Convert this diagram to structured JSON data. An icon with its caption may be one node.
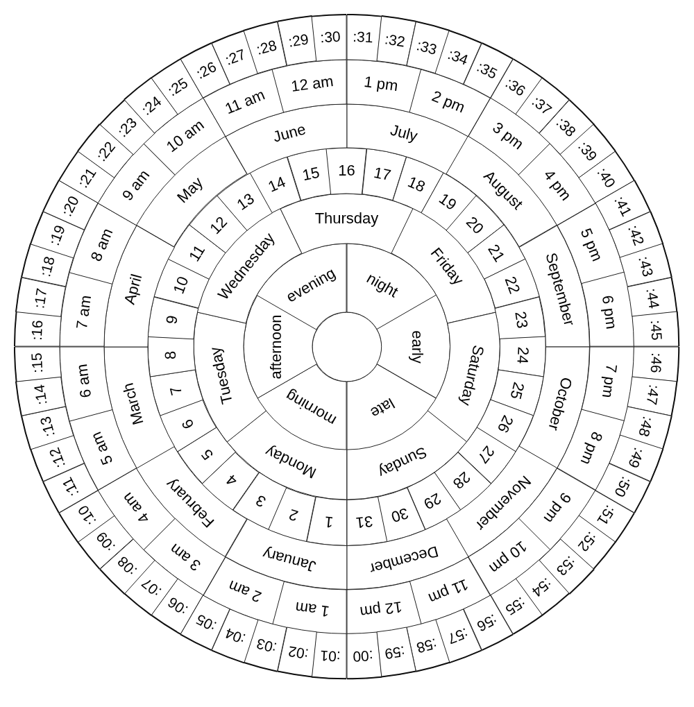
{
  "diagram": {
    "nodes": [
      {
        "text": [],
        "shape": "circle"
      },
      {
        "text": [
          "morning"
        ]
      },
      {
        "text": [
          "afternoon"
        ]
      },
      {
        "text": [
          "evening"
        ]
      },
      {
        "text": [
          "night"
        ]
      },
      {
        "text": [
          "early"
        ]
      },
      {
        "text": [
          "late"
        ]
      },
      {
        "text": [
          "Monday"
        ]
      },
      {
        "text": [
          "Tuesday"
        ]
      },
      {
        "text": [
          "Wednesday"
        ]
      },
      {
        "text": [
          "Thursday"
        ]
      },
      {
        "text": [
          "Friday"
        ]
      },
      {
        "text": [
          "Saturday"
        ]
      },
      {
        "text": [
          "Sunday"
        ]
      },
      {
        "text": [
          "1"
        ]
      },
      {
        "text": [
          "2"
        ]
      },
      {
        "text": [
          "3"
        ]
      },
      {
        "text": [
          "4"
        ]
      },
      {
        "text": [
          "5"
        ]
      },
      {
        "text": [
          "6"
        ]
      },
      {
        "text": [
          "7"
        ]
      },
      {
        "text": [
          "8"
        ]
      },
      {
        "text": [
          "9"
        ]
      },
      {
        "text": [
          "10"
        ]
      },
      {
        "text": [
          "11"
        ]
      },
      {
        "text": [
          "12"
        ]
      },
      {
        "text": [
          "13"
        ]
      },
      {
        "text": [
          "14"
        ]
      },
      {
        "text": [
          "15"
        ]
      },
      {
        "text": [
          "16"
        ]
      },
      {
        "text": [
          "17"
        ]
      },
      {
        "text": [
          "18"
        ]
      },
      {
        "text": [
          "19"
        ]
      },
      {
        "text": [
          "20"
        ]
      },
      {
        "text": [
          "21"
        ]
      },
      {
        "text": [
          "22"
        ]
      },
      {
        "text": [
          "23"
        ]
      },
      {
        "text": [
          "24"
        ]
      },
      {
        "text": [
          "25"
        ]
      },
      {
        "text": [
          "26"
        ]
      },
      {
        "text": [
          "27"
        ]
      },
      {
        "text": [
          "28"
        ]
      },
      {
        "text": [
          "29"
        ]
      },
      {
        "text": [
          "30"
        ]
      },
      {
        "text": [
          "31"
        ]
      },
      {
        "text": [
          "January"
        ]
      },
      {
        "text": [
          "February"
        ]
      },
      {
        "text": [
          "March"
        ]
      },
      {
        "text": [
          "April"
        ]
      },
      {
        "text": [
          "May"
        ]
      },
      {
        "text": [
          "June"
        ]
      },
      {
        "text": [
          "July"
        ]
      },
      {
        "text": [
          "August"
        ]
      },
      {
        "text": [
          "September"
        ]
      },
      {
        "text": [
          "October"
        ]
      },
      {
        "text": [
          "November"
        ]
      },
      {
        "text": [
          "December"
        ]
      },
      {
        "text": [
          "1 am"
        ]
      },
      {
        "text": [
          "2 am"
        ]
      },
      {
        "text": [
          "3 am"
        ]
      },
      {
        "text": [
          "4 am"
        ]
      },
      {
        "text": [
          "5 am"
        ]
      },
      {
        "text": [
          "6 am"
        ]
      },
      {
        "text": [
          "7 am"
        ]
      },
      {
        "text": [
          "8 am"
        ]
      },
      {
        "text": [
          "9 am"
        ]
      },
      {
        "text": [
          "10 am"
        ]
      },
      {
        "text": [
          "11 am"
        ]
      },
      {
        "text": [
          "12 am"
        ]
      },
      {
        "text": [
          "1 pm"
        ]
      },
      {
        "text": [
          "2 pm"
        ]
      },
      {
        "text": [
          "3 pm"
        ]
      },
      {
        "text": [
          "4 pm"
        ]
      },
      {
        "text": [
          "5 pm"
        ]
      },
      {
        "text": [
          "6 pm"
        ]
      },
      {
        "text": [
          "7 pm"
        ]
      },
      {
        "text": [
          "8 pm"
        ]
      },
      {
        "text": [
          "9 pm"
        ]
      },
      {
        "text": [
          "10 pm"
        ]
      },
      {
        "text": [
          "11 pm"
        ]
      },
      {
        "text": [
          "12 pm"
        ]
      },
      {
        "text": [
          ":00"
        ]
      },
      {
        "text": [
          ":01"
        ]
      },
      {
        "text": [
          ":02"
        ]
      },
      {
        "text": [
          ":03"
        ]
      },
      {
        "text": [
          ":04"
        ]
      },
      {
        "text": [
          ":05"
        ]
      },
      {
        "text": [
          ":06"
        ]
      },
      {
        "text": [
          ":07"
        ]
      },
      {
        "text": [
          ":08"
        ]
      },
      {
        "text": [
          ":09"
        ]
      },
      {
        "text": [
          ":10"
        ]
      },
      {
        "text": [
          ":11"
        ]
      },
      {
        "text": [
          ":12"
        ]
      },
      {
        "text": [
          ":13"
        ]
      },
      {
        "text": [
          ":14"
        ]
      },
      {
        "text": [
          ":15"
        ]
      },
      {
        "text": [
          ":16"
        ]
      },
      {
        "text": [
          ":17"
        ]
      },
      {
        "text": [
          ":18"
        ]
      },
      {
        "text": [
          ":19"
        ]
      },
      {
        "text": [
          ":20"
        ]
      },
      {
        "text": [
          ":21"
        ]
      },
      {
        "text": [
          ":22"
        ]
      },
      {
        "text": [
          ":23"
        ]
      },
      {
        "text": [
          ":24"
        ]
      },
      {
        "text": [
          ":25"
        ]
      },
      {
        "text": [
          ":26"
        ]
      },
      {
        "text": [
          ":27"
        ]
      },
      {
        "text": [
          ":28"
        ]
      },
      {
        "text": [
          ":29"
        ]
      },
      {
        "text": [
          ":30"
        ]
      },
      {
        "text": [
          ":31"
        ]
      },
      {
        "text": [
          ":32"
        ]
      },
      {
        "text": [
          ":33"
        ]
      },
      {
        "text": [
          ":34"
        ]
      },
      {
        "text": [
          ":35"
        ]
      },
      {
        "text": [
          ":36"
        ]
      },
      {
        "text": [
          ":37"
        ]
      },
      {
        "text": [
          ":38"
        ]
      },
      {
        "text": [
          ":39"
        ]
      },
      {
        "text": [
          ":40"
        ]
      },
      {
        "text": [
          ":41"
        ]
      },
      {
        "text": [
          ":42"
        ]
      },
      {
        "text": [
          ":43"
        ]
      },
      {
        "text": [
          ":44"
        ]
      },
      {
        "text": [
          ":45"
        ]
      },
      {
        "text": [
          ":46"
        ]
      },
      {
        "text": [
          ":47"
        ]
      },
      {
        "text": [
          ":48"
        ]
      },
      {
        "text": [
          ":49"
        ]
      },
      {
        "text": [
          ":50"
        ]
      },
      {
        "text": [
          ":51"
        ]
      },
      {
        "text": [
          ":52"
        ]
      },
      {
        "text": [
          ":53"
        ]
      },
      {
        "text": [
          ":54"
        ]
      },
      {
        "text": [
          ":55"
        ]
      },
      {
        "text": [
          ":56"
        ]
      },
      {
        "text": [
          ":57"
        ]
      },
      {
        "text": [
          ":58"
        ]
      },
      {
        "text": [
          ":59"
        ]
      }
    ]
  }
}
